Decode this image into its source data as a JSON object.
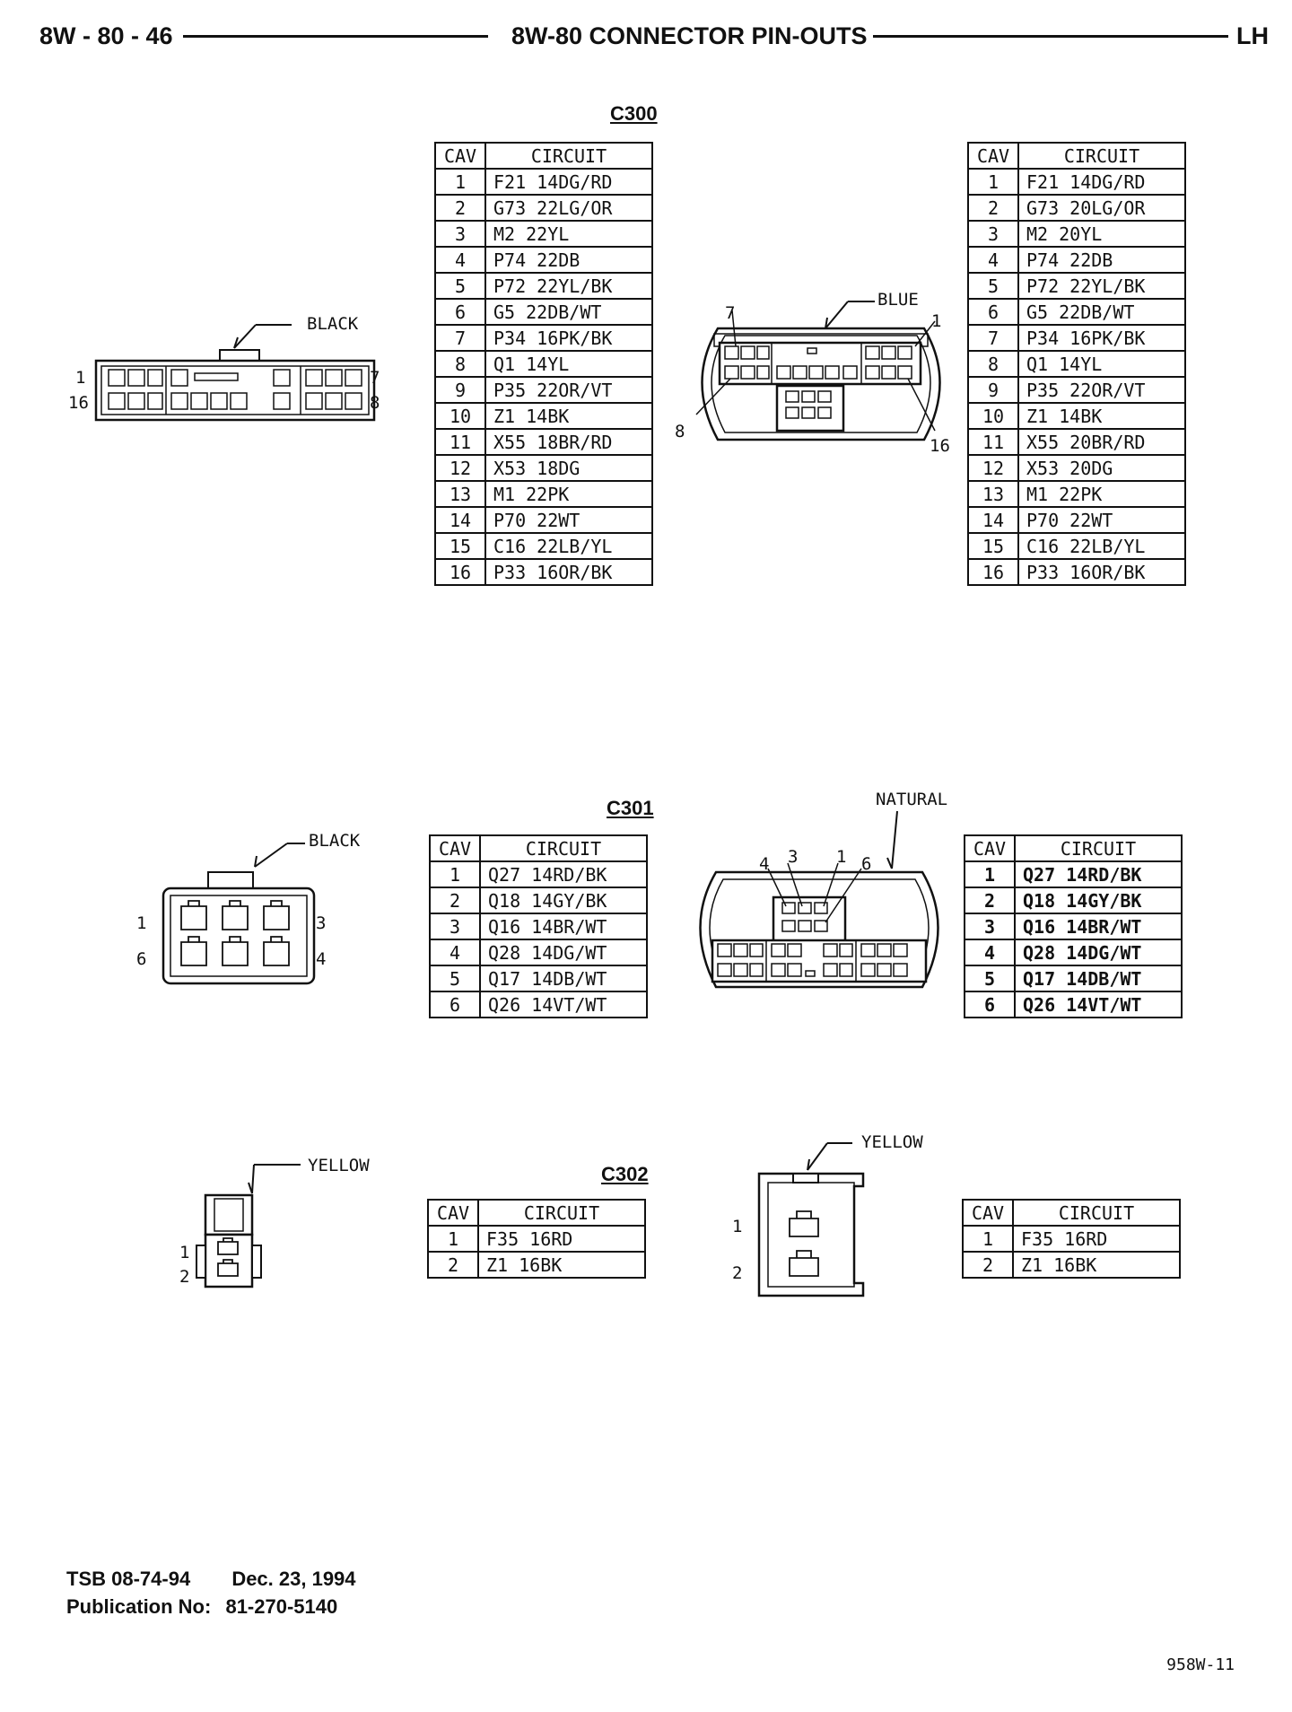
{
  "header": {
    "left": "8W - 80 - 46",
    "center": "8W-80 CONNECTOR PIN-OUTS",
    "right": "LH"
  },
  "c300": {
    "title": "C300",
    "col_cav": "CAV",
    "col_circuit": "CIRCUIT",
    "left_color": "BLACK",
    "right_color": "BLUE",
    "left_pins": {
      "tl": "1",
      "tr": "7",
      "bl": "16",
      "br": "8"
    },
    "right_pins": {
      "a": "7",
      "b": "1",
      "c": "8",
      "d": "16"
    },
    "rows_left": [
      {
        "cav": "1",
        "circuit": "F21  14DG/RD"
      },
      {
        "cav": "2",
        "circuit": "G73  22LG/OR"
      },
      {
        "cav": "3",
        "circuit": "M2  22YL"
      },
      {
        "cav": "4",
        "circuit": "P74  22DB"
      },
      {
        "cav": "5",
        "circuit": "P72  22YL/BK"
      },
      {
        "cav": "6",
        "circuit": "G5  22DB/WT"
      },
      {
        "cav": "7",
        "circuit": "P34  16PK/BK"
      },
      {
        "cav": "8",
        "circuit": "Q1  14YL"
      },
      {
        "cav": "9",
        "circuit": "P35  22OR/VT"
      },
      {
        "cav": "10",
        "circuit": "Z1  14BK"
      },
      {
        "cav": "11",
        "circuit": "X55  18BR/RD"
      },
      {
        "cav": "12",
        "circuit": "X53  18DG"
      },
      {
        "cav": "13",
        "circuit": "M1  22PK"
      },
      {
        "cav": "14",
        "circuit": "P70  22WT"
      },
      {
        "cav": "15",
        "circuit": "C16  22LB/YL"
      },
      {
        "cav": "16",
        "circuit": "P33  16OR/BK"
      }
    ],
    "rows_right": [
      {
        "cav": "1",
        "circuit": "F21  14DG/RD"
      },
      {
        "cav": "2",
        "circuit": "G73  20LG/OR"
      },
      {
        "cav": "3",
        "circuit": "M2  20YL"
      },
      {
        "cav": "4",
        "circuit": "P74  22DB"
      },
      {
        "cav": "5",
        "circuit": "P72  22YL/BK"
      },
      {
        "cav": "6",
        "circuit": "G5  22DB/WT"
      },
      {
        "cav": "7",
        "circuit": "P34  16PK/BK"
      },
      {
        "cav": "8",
        "circuit": "Q1  14YL"
      },
      {
        "cav": "9",
        "circuit": "P35  22OR/VT"
      },
      {
        "cav": "10",
        "circuit": "Z1  14BK"
      },
      {
        "cav": "11",
        "circuit": "X55  20BR/RD"
      },
      {
        "cav": "12",
        "circuit": "X53  20DG"
      },
      {
        "cav": "13",
        "circuit": "M1  22PK"
      },
      {
        "cav": "14",
        "circuit": "P70  22WT"
      },
      {
        "cav": "15",
        "circuit": "C16  22LB/YL"
      },
      {
        "cav": "16",
        "circuit": "P33  16OR/BK"
      }
    ]
  },
  "c301": {
    "title": "C301",
    "col_cav": "CAV",
    "col_circuit": "CIRCUIT",
    "left_color": "BLACK",
    "right_color": "NATURAL",
    "left_pins": {
      "tl": "1",
      "tr": "3",
      "bl": "6",
      "br": "4"
    },
    "right_pins": {
      "a": "4",
      "b": "3",
      "c": "1",
      "d": "6"
    },
    "rows_left": [
      {
        "cav": "1",
        "circuit": "Q27  14RD/BK"
      },
      {
        "cav": "2",
        "circuit": "Q18  14GY/BK"
      },
      {
        "cav": "3",
        "circuit": "Q16  14BR/WT"
      },
      {
        "cav": "4",
        "circuit": "Q28  14DG/WT"
      },
      {
        "cav": "5",
        "circuit": "Q17  14DB/WT"
      },
      {
        "cav": "6",
        "circuit": "Q26  14VT/WT"
      }
    ],
    "rows_right": [
      {
        "cav": "1",
        "circuit": "Q27  14RD/BK"
      },
      {
        "cav": "2",
        "circuit": "Q18  14GY/BK"
      },
      {
        "cav": "3",
        "circuit": "Q16  14BR/WT"
      },
      {
        "cav": "4",
        "circuit": "Q28  14DG/WT"
      },
      {
        "cav": "5",
        "circuit": "Q17  14DB/WT"
      },
      {
        "cav": "6",
        "circuit": "Q26  14VT/WT"
      }
    ]
  },
  "c302": {
    "title": "C302",
    "col_cav": "CAV",
    "col_circuit": "CIRCUIT",
    "left_color": "YELLOW",
    "right_color": "YELLOW",
    "left_pins": {
      "a": "1",
      "b": "2"
    },
    "right_pins": {
      "a": "1",
      "b": "2"
    },
    "rows_left": [
      {
        "cav": "1",
        "circuit": "F35  16RD"
      },
      {
        "cav": "2",
        "circuit": "Z1  16BK"
      }
    ],
    "rows_right": [
      {
        "cav": "1",
        "circuit": "F35  16RD"
      },
      {
        "cav": "2",
        "circuit": "Z1  16BK"
      }
    ]
  },
  "footer": {
    "tsb": "TSB 08-74-94",
    "date": "Dec. 23, 1994",
    "pub_label": "Publication No:",
    "pub_no": "81-270-5140",
    "page_code": "958W-11"
  }
}
